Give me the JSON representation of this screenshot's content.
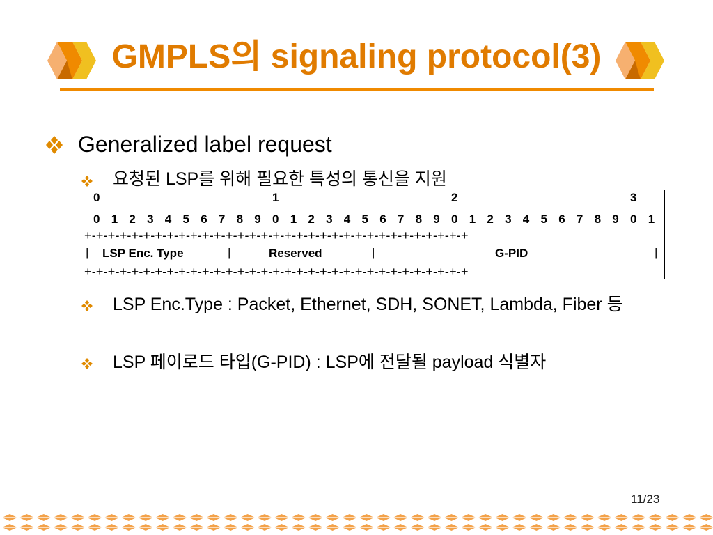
{
  "slide": {
    "title": "GMPLS의 signaling protocol(3)",
    "page_number": "11/23",
    "accent_color": "#e07b00"
  },
  "bullets": {
    "level1": {
      "text": "Generalized label request",
      "icon": "diamond-bullet-icon"
    },
    "items": [
      {
        "text": "요청된 LSP를 위해 필요한 특성의 통신을 지원"
      },
      {
        "text": "LSP Enc.Type : Packet, Ethernet, SDH, SONET, Lambda, Fiber 등"
      },
      {
        "text": "LSP 페이로드 타입(G-PID) : LSP에 전달될 payload 식별자"
      }
    ]
  },
  "header_diagram": {
    "tens_row": [
      "0",
      "1",
      "2",
      "3"
    ],
    "bits_row": [
      "0",
      "1",
      "2",
      "3",
      "4",
      "5",
      "6",
      "7",
      "8",
      "9",
      "0",
      "1",
      "2",
      "3",
      "4",
      "5",
      "6",
      "7",
      "8",
      "9",
      "0",
      "1",
      "2",
      "3",
      "4",
      "5",
      "6",
      "7",
      "8",
      "9",
      "0",
      "1"
    ],
    "border_row": "+-+-+-+-+-+-+-+-+-+-+-+-+-+-+-+-+-+-+-+-+-+-+-+-+-+-+-+-+-+-+-+-+",
    "separator": "|",
    "fields": [
      {
        "name": "LSP Enc. Type"
      },
      {
        "name": "Reserved"
      },
      {
        "name": "G-PID"
      }
    ]
  }
}
